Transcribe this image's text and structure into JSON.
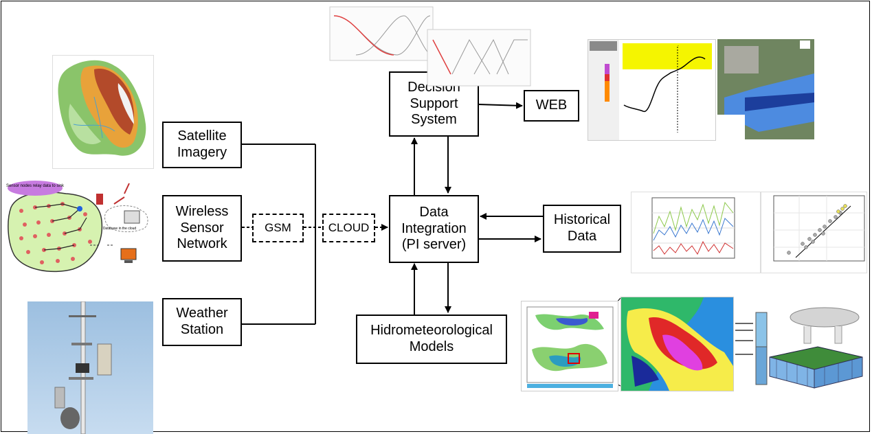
{
  "nodes": {
    "satellite": "Satellite Imagery",
    "wsn": "Wireless Sensor Network",
    "weather": "Weather Station",
    "gsm": "GSM",
    "cloud": "CLOUD",
    "data_integration": "Data Integration (PI server)",
    "dss": "Decision Support System",
    "web": "WEB",
    "historical": "Historical Data",
    "models": "Hidrometeorological Models"
  },
  "images": {
    "dem_map": "watershed-elevation-map",
    "wsn_sketch": "wireless-sensor-network-sketch",
    "wsn_bubble": "Sensor nodes relay data to sink",
    "wsn_db": "Database in the cloud",
    "weather_photo": "weather-station-photo",
    "fuzzy_sets": "fuzzy-membership-plots",
    "flood_panel": "estimated-flood-conditions-panel",
    "flood_map": "flood-inundation-aerial-map",
    "hist_timeseries": "historical-time-series-chart",
    "hist_scatter": "historical-scatter-chart",
    "radar_map": "precipitation-radar-map",
    "radar_zoom": "precipitation-radar-zoom",
    "hydro_model": "hydrological-model-schematic"
  }
}
